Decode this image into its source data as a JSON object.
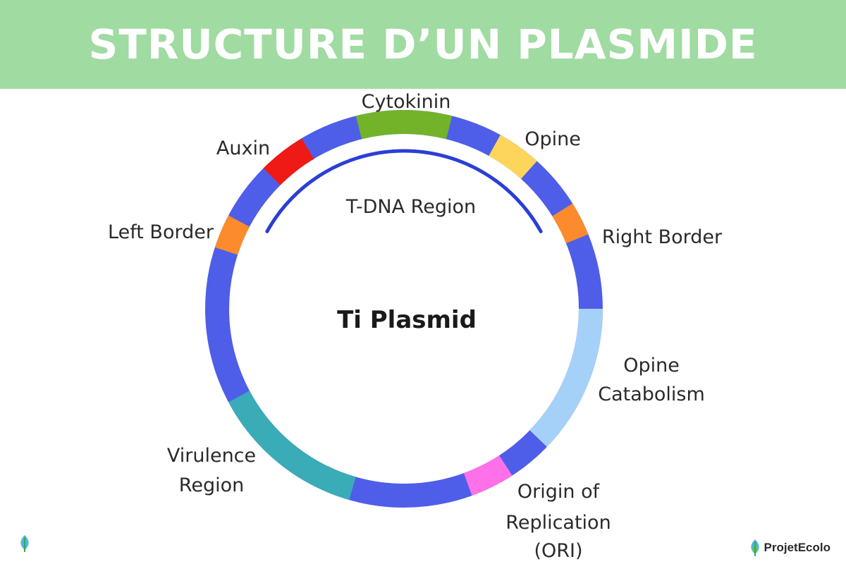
{
  "header": {
    "title": "STRUCTURE D’UN PLASMIDE"
  },
  "diagram": {
    "center_label": "Ti Plasmid",
    "tdna_label": "T-DNA Region",
    "segments": [
      {
        "name": "backbone",
        "color": "#4e5ee8"
      },
      {
        "name": "Cytokinin",
        "color": "#72b32a"
      },
      {
        "name": "Opine",
        "color": "#fdd55a"
      },
      {
        "name": "Right Border",
        "color": "#fb8b2c"
      },
      {
        "name": "Opine Catabolism",
        "color": "#a5d1f8"
      },
      {
        "name": "Origin of Replication (ORI)",
        "color": "#ff70e9"
      },
      {
        "name": "Virulence Region",
        "color": "#3aacb7"
      },
      {
        "name": "Left Border",
        "color": "#fb8b2c"
      },
      {
        "name": "Auxin",
        "color": "#ef1a15"
      }
    ],
    "labels": {
      "cytokinin": "Cytokinin",
      "auxin": "Auxin",
      "opine": "Opine",
      "left_border": "Left Border",
      "right_border": "Right Border",
      "opine_catabolism_1": "Opine",
      "opine_catabolism_2": "Catabolism",
      "virulence_1": "Virulence",
      "virulence_2": "Region",
      "ori_1": "Origin of",
      "ori_2": "Replication",
      "ori_3": "(ORI)"
    },
    "tdna_arc_color": "#2a3fd6"
  },
  "footer": {
    "brand": "ProjetEcolo",
    "brand_icon": "leaf-icon"
  }
}
